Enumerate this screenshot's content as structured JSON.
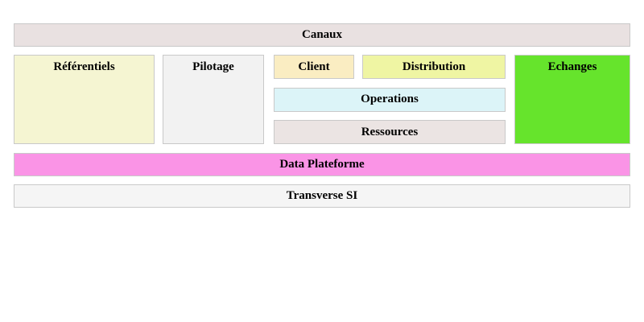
{
  "diagram": {
    "border_color": "#c9c9c9",
    "text_color": "#000000",
    "background_color": "#ffffff",
    "blocks": {
      "canaux": {
        "label": "Canaux",
        "fill": "#e9e1e1"
      },
      "referentiels": {
        "label": "Référentiels",
        "fill": "#f5f5d2"
      },
      "pilotage": {
        "label": "Pilotage",
        "fill": "#f2f2f2"
      },
      "client": {
        "label": "Client",
        "fill": "#faedc2"
      },
      "distribution": {
        "label": "Distribution",
        "fill": "#eff5a3"
      },
      "operations": {
        "label": "Operations",
        "fill": "#dcf4f8"
      },
      "ressources": {
        "label": "Ressources",
        "fill": "#ebe4e3"
      },
      "echanges": {
        "label": "Echanges",
        "fill": "#66e42c"
      },
      "data_plateforme": {
        "label": "Data Plateforme",
        "fill": "#fa94e6"
      },
      "transverse_si": {
        "label": "Transverse SI",
        "fill": "#f5f5f5"
      }
    }
  }
}
